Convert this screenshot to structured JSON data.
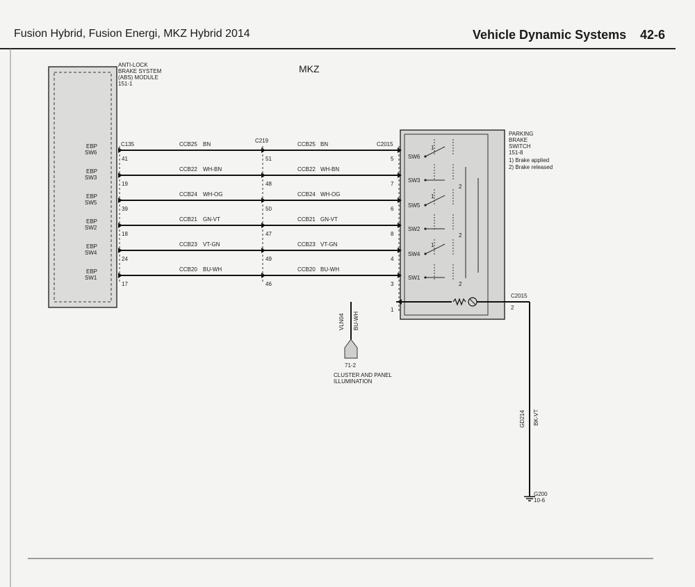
{
  "header": {
    "doc_title": "Fusion Hybrid, Fusion Energi, MKZ Hybrid 2014",
    "section_title": "Vehicle Dynamic Systems",
    "page_number": "42-6"
  },
  "diagram": {
    "variant_label": "MKZ",
    "abs_module": {
      "label_lines": [
        "ANTI-LOCK",
        "BRAKE SYSTEM",
        "(ABS) MODULE",
        "151-1"
      ]
    },
    "parking_brake_switch": {
      "label_lines": [
        "PARKING",
        "BRAKE",
        "SWITCH",
        "151-8",
        "1) Brake applied",
        "2) Brake released"
      ]
    },
    "connectors": {
      "abs": "C135",
      "inline": "C219",
      "switch": "C2015",
      "ground_side": "C2015"
    },
    "circuits": [
      {
        "input": [
          "EBP",
          "SW6"
        ],
        "abs_pin": "41",
        "circuit": "CCB25",
        "color": "BN",
        "c219_pin": "51",
        "switch_pin": "5",
        "switch_label": "SW6"
      },
      {
        "input": [
          "EBP",
          "SW3"
        ],
        "abs_pin": "19",
        "circuit": "CCB22",
        "color": "WH-BN",
        "c219_pin": "48",
        "switch_pin": "7",
        "switch_label": "SW3"
      },
      {
        "input": [
          "EBP",
          "SW5"
        ],
        "abs_pin": "39",
        "circuit": "CCB24",
        "color": "WH-OG",
        "c219_pin": "50",
        "switch_pin": "6",
        "switch_label": "SW5"
      },
      {
        "input": [
          "EBP",
          "SW2"
        ],
        "abs_pin": "18",
        "circuit": "CCB21",
        "color": "GN-VT",
        "c219_pin": "47",
        "switch_pin": "8",
        "switch_label": "SW2"
      },
      {
        "input": [
          "EBP",
          "SW4"
        ],
        "abs_pin": "24",
        "circuit": "CCB23",
        "color": "VT-GN",
        "c219_pin": "49",
        "switch_pin": "4",
        "switch_label": "SW4"
      },
      {
        "input": [
          "EBP",
          "SW1"
        ],
        "abs_pin": "17",
        "circuit": "CCB20",
        "color": "BU-WH",
        "c219_pin": "46",
        "switch_pin": "3",
        "switch_label": "SW1"
      }
    ],
    "contact_states": [
      "1",
      "2",
      "1",
      "2",
      "1",
      "2"
    ],
    "illumination": {
      "switch_pin": "1",
      "ground_pin": "2",
      "circuit": "VLN04",
      "color": "BU-WH",
      "ref": "71-2",
      "label_lines": [
        "CLUSTER AND PANEL",
        "ILLUMINATION"
      ]
    },
    "ground": {
      "circuit": "GD214",
      "color": "BK-VT",
      "location": "G200",
      "ref": "10-6"
    }
  }
}
